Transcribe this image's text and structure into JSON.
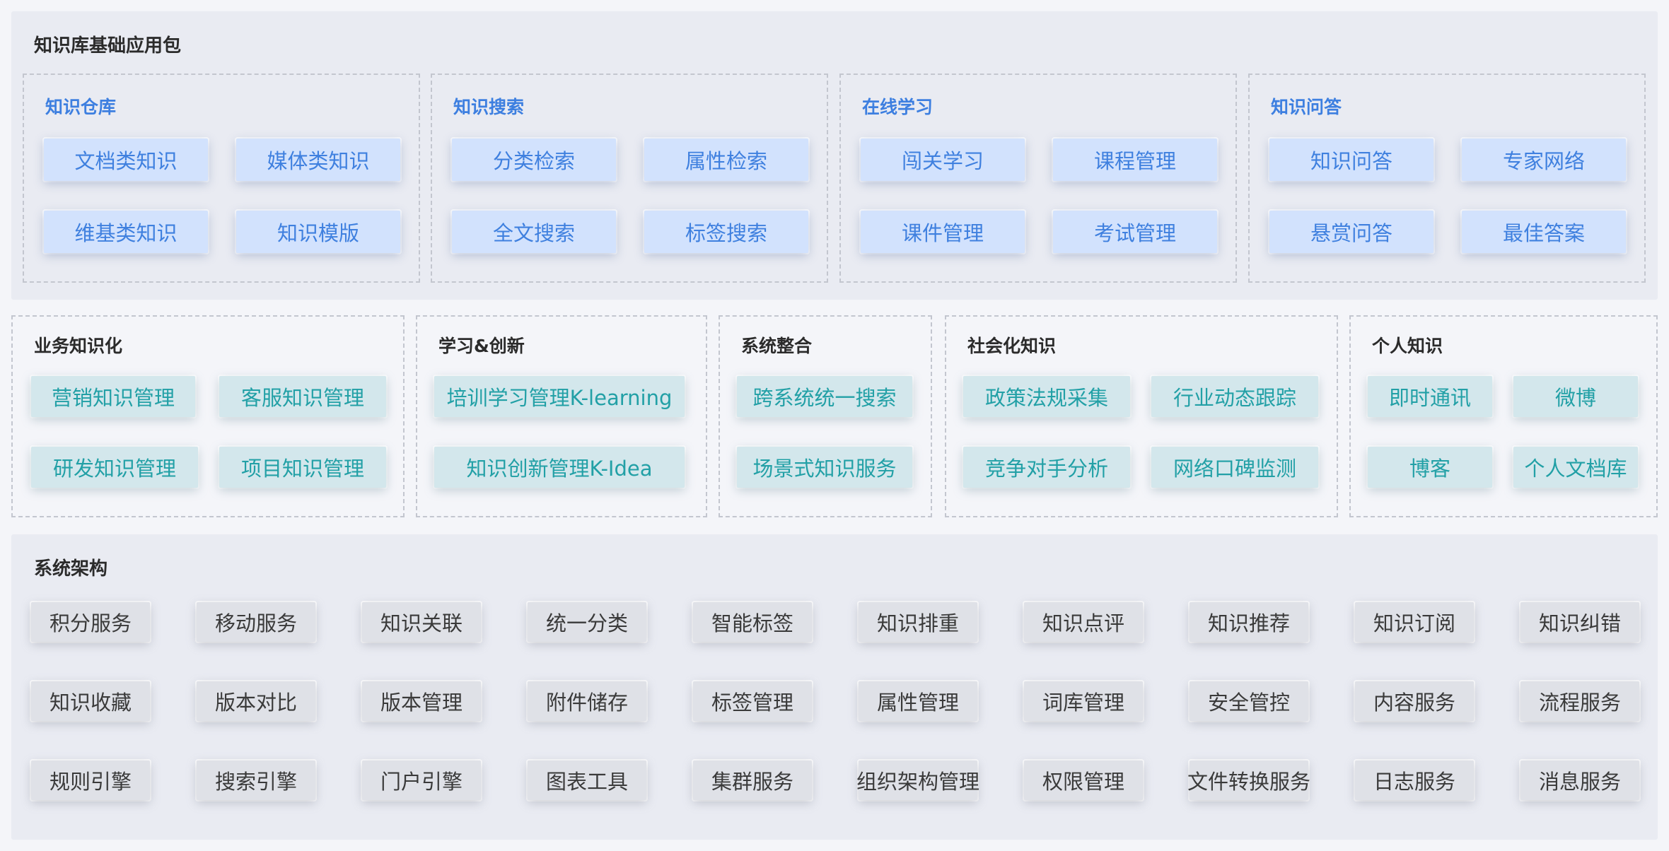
{
  "top": {
    "title": "知识库基础应用包",
    "groups": [
      {
        "title": "知识仓库",
        "items": [
          "文档类知识",
          "媒体类知识",
          "维基类知识",
          "知识模版"
        ]
      },
      {
        "title": "知识搜索",
        "items": [
          "分类检索",
          "属性检索",
          "全文搜索",
          "标签搜索"
        ]
      },
      {
        "title": "在线学习",
        "items": [
          "闯关学习",
          "课程管理",
          "课件管理",
          "考试管理"
        ]
      },
      {
        "title": "知识问答",
        "items": [
          "知识问答",
          "专家网络",
          "悬赏问答",
          "最佳答案"
        ]
      }
    ]
  },
  "middle": {
    "groups": [
      {
        "title": "业务知识化",
        "items": [
          "营销知识管理",
          "客服知识管理",
          "研发知识管理",
          "项目知识管理"
        ]
      },
      {
        "title": "学习&创新",
        "items": [
          "培训学习管理K-learning",
          "知识创新管理K-Idea"
        ]
      },
      {
        "title": "系统整合",
        "items": [
          "跨系统统一搜索",
          "场景式知识服务"
        ]
      },
      {
        "title": "社会化知识",
        "items": [
          "政策法规采集",
          "行业动态跟踪",
          "竞争对手分析",
          "网络口碑监测"
        ]
      },
      {
        "title": "个人知识",
        "items": [
          "即时通讯",
          "微博",
          "博客",
          "个人文档库"
        ]
      }
    ]
  },
  "bottom": {
    "title": "系统架构",
    "items": [
      "积分服务",
      "移动服务",
      "知识关联",
      "统一分类",
      "智能标签",
      "知识排重",
      "知识点评",
      "知识推荐",
      "知识订阅",
      "知识纠错",
      "知识收藏",
      "版本对比",
      "版本管理",
      "附件储存",
      "标签管理",
      "属性管理",
      "词库管理",
      "安全管控",
      "内容服务",
      "流程服务",
      "规则引擎",
      "搜索引擎",
      "门户引擎",
      "图表工具",
      "集群服务",
      "组织架构管理",
      "权限管理",
      "文件转换服务",
      "日志服务",
      "消息服务"
    ]
  }
}
